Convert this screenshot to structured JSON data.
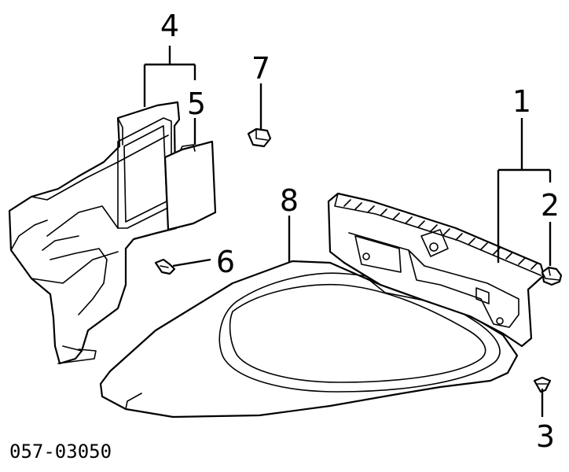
{
  "callouts": {
    "c1": "1",
    "c2": "2",
    "c3": "3",
    "c4": "4",
    "c5": "5",
    "c6": "6",
    "c7": "7",
    "c8": "8"
  },
  "diagram_number": "057-03050"
}
